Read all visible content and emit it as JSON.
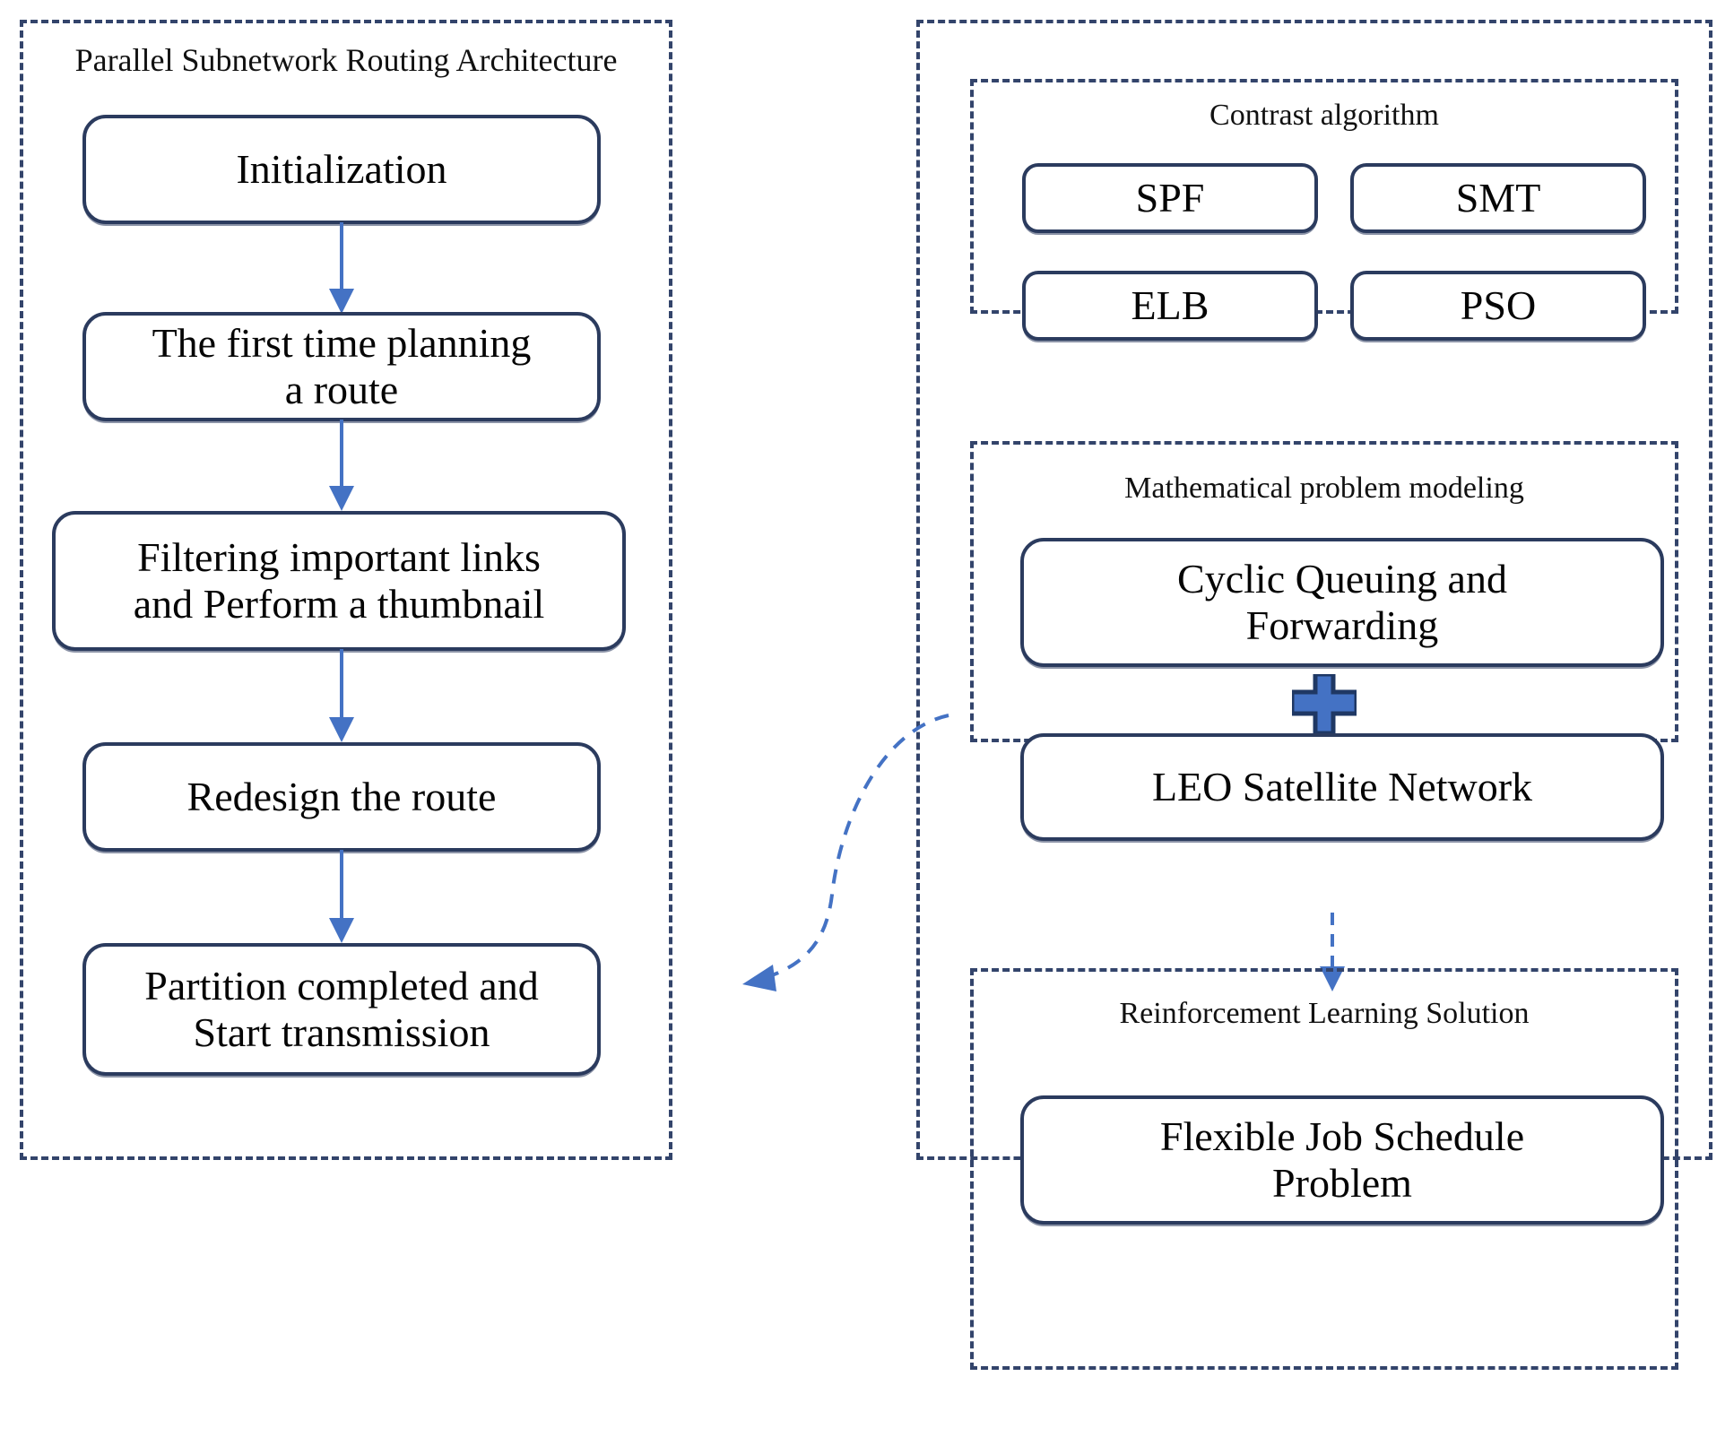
{
  "figure": {
    "type": "flowchart-diagram",
    "background": "#ffffff"
  },
  "colors": {
    "node_border": "#2b3b5e",
    "dashed_border": "#33446b",
    "arrow_solid": "#4472c4",
    "arrow_dashed": "#4472c4",
    "plus_fill": "#4472c4",
    "plus_outline": "#1f3864",
    "text": "#050505"
  },
  "left_panel": {
    "title": "Parallel Subnetwork Routing Architecture",
    "nodes": [
      {
        "id": "initialization",
        "lines": [
          "Initialization"
        ]
      },
      {
        "id": "first-planning",
        "lines": [
          "The first time planning",
          "a route"
        ]
      },
      {
        "id": "filtering",
        "lines": [
          "Filtering important links",
          "and Perform a thumbnail"
        ]
      },
      {
        "id": "redesign",
        "lines": [
          "Redesign the route"
        ]
      },
      {
        "id": "partition",
        "lines": [
          "Partition completed and",
          "Start transmission"
        ]
      }
    ]
  },
  "right_panel": {
    "sections": [
      {
        "id": "contrast-algorithm",
        "title": "Contrast algorithm",
        "nodes": [
          {
            "id": "spf",
            "lines": [
              "SPF"
            ]
          },
          {
            "id": "smt",
            "lines": [
              "SMT"
            ]
          },
          {
            "id": "elb",
            "lines": [
              "ELB"
            ]
          },
          {
            "id": "pso",
            "lines": [
              "PSO"
            ]
          }
        ]
      },
      {
        "id": "math-problem-modeling",
        "title": "Mathematical problem modeling",
        "nodes": [
          {
            "id": "cqf",
            "lines": [
              "Cyclic Queuing and",
              "Forwarding"
            ]
          },
          {
            "id": "leo",
            "lines": [
              "LEO Satellite Network"
            ]
          }
        ],
        "operator": {
          "id": "plus",
          "icon": "plus-icon",
          "symbol": "+"
        }
      },
      {
        "id": "reinforcement-learning-solution",
        "title": "Reinforcement Learning Solution",
        "nodes": [
          {
            "id": "fjsp",
            "lines": [
              "Flexible Job Schedule",
              "Problem"
            ]
          }
        ]
      }
    ]
  },
  "connectors": [
    {
      "id": "c1",
      "from": "initialization",
      "to": "first-planning",
      "style": "solid"
    },
    {
      "id": "c2",
      "from": "first-planning",
      "to": "filtering",
      "style": "solid"
    },
    {
      "id": "c3",
      "from": "filtering",
      "to": "redesign",
      "style": "solid"
    },
    {
      "id": "c4",
      "from": "redesign",
      "to": "partition",
      "style": "solid"
    },
    {
      "id": "c5",
      "from": "math-problem-modeling",
      "to": "reinforcement-learning-solution",
      "style": "dashed"
    },
    {
      "id": "c6",
      "from": "math-problem-modeling",
      "to": "redesign",
      "style": "dashed-curved"
    }
  ]
}
